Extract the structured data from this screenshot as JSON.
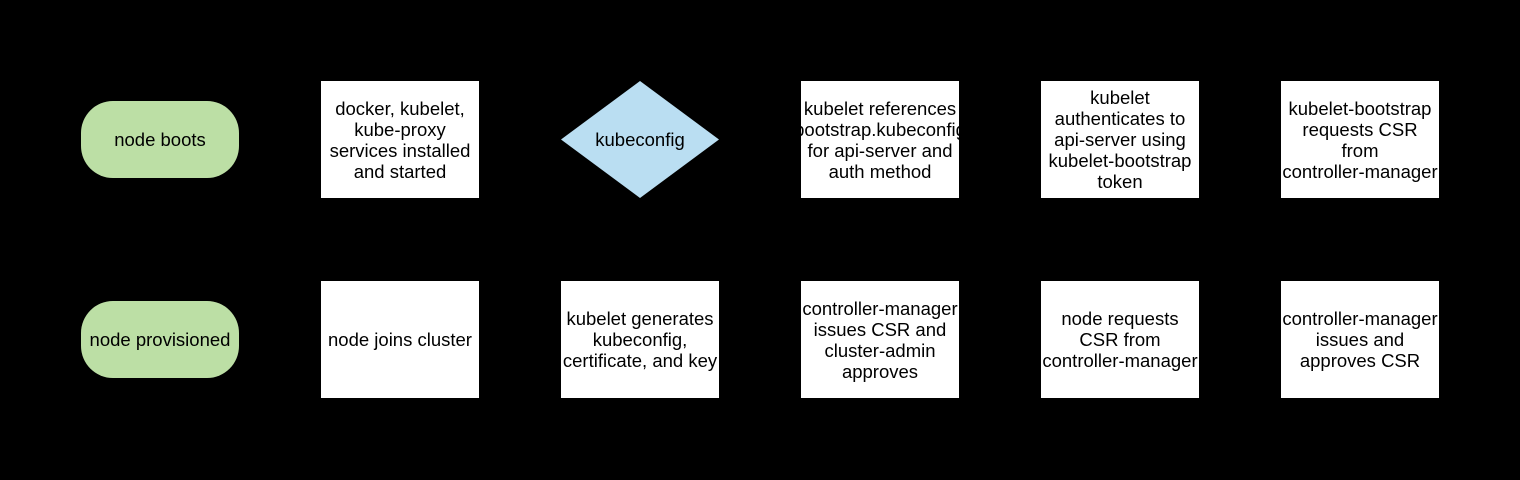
{
  "colors": {
    "background": "#000000",
    "box-fill": "#ffffff",
    "pill-fill": "#bcdfa5",
    "diamond-fill": "#badef2",
    "text": "#000000"
  },
  "diagram": {
    "type": "flowchart",
    "rows": [
      {
        "nodes": [
          {
            "shape": "terminator",
            "label": "node boots"
          },
          {
            "shape": "process",
            "label": "docker, kubelet,\nkube-proxy\nservices installed\nand started"
          },
          {
            "shape": "decision",
            "label": "kubeconfig"
          },
          {
            "shape": "process",
            "label": "kubelet references\nbootstrap.kubeconfig\nfor api-server and\nauth method"
          },
          {
            "shape": "process",
            "label": "kubelet\nauthenticates to\napi-server using\nkubelet-bootstrap\ntoken"
          },
          {
            "shape": "process",
            "label": "kubelet-bootstrap\nrequests CSR\nfrom\ncontroller-manager"
          }
        ]
      },
      {
        "nodes": [
          {
            "shape": "terminator",
            "label": "node provisioned"
          },
          {
            "shape": "process",
            "label": "node joins cluster"
          },
          {
            "shape": "process",
            "label": "kubelet generates\nkubeconfig,\ncertificate, and key"
          },
          {
            "shape": "process",
            "label": "controller-manager\nissues CSR and\ncluster-admin\napproves"
          },
          {
            "shape": "process",
            "label": "node requests\nCSR from\ncontroller-manager"
          },
          {
            "shape": "process",
            "label": "controller-manager\nissues and\napproves CSR"
          }
        ]
      }
    ]
  }
}
